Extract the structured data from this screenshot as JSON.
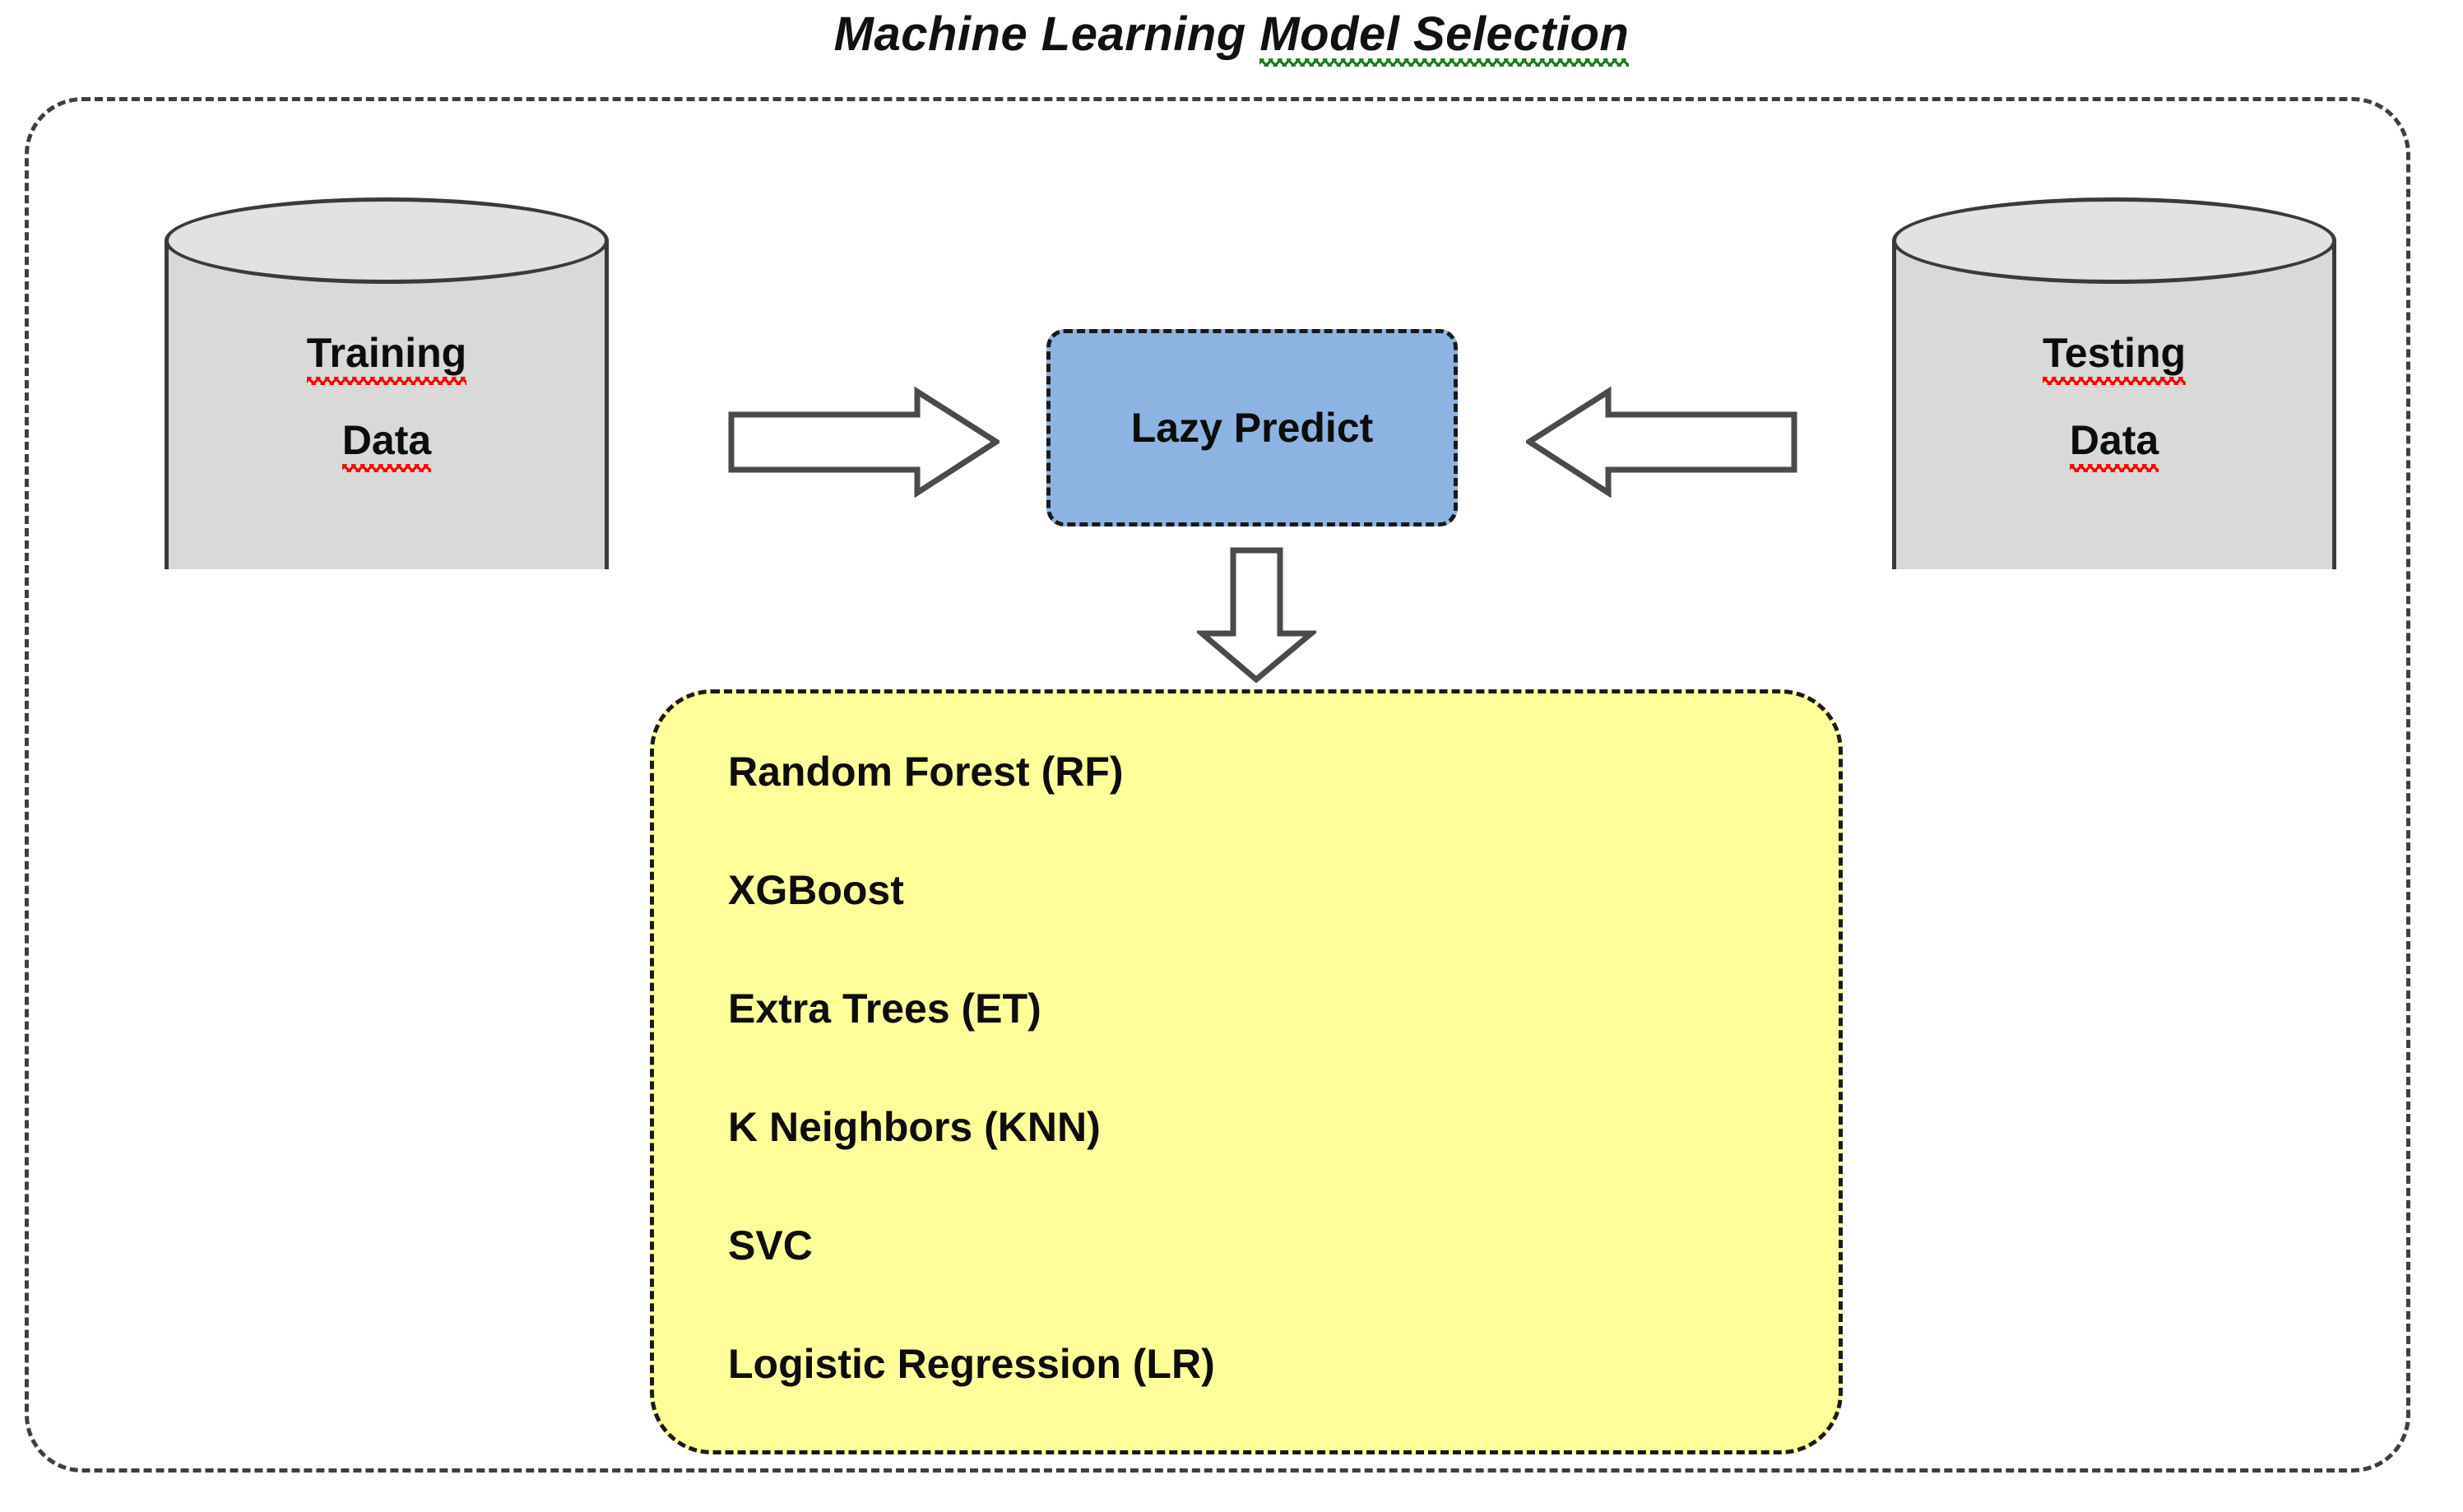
{
  "title": {
    "head": "Machine Learning ",
    "tail": "Model  Selection",
    "full": "Machine Learning Model Selection",
    "grammar_underline_color": "#1e7a1e"
  },
  "colors": {
    "cylinder_fill": "#d9d9d9",
    "cylinder_stroke": "#3a3a3a",
    "lazy_predict_fill": "#8db3e2",
    "model_box_fill": "#ffff99",
    "dashed_border": "#1a1a1a",
    "outer_border": "#3f3f3f",
    "spellcheck_underline": "#fe0000",
    "text": "#0d0d0d",
    "arrow_fill": "#ffffff",
    "arrow_stroke": "#4a4a4a"
  },
  "nodes": {
    "training_data": {
      "name": "Training Data",
      "line1": "Training",
      "line2": "Data",
      "shape": "cylinder",
      "spellcheck_flagged": true
    },
    "testing_data": {
      "name": "Testing Data",
      "line1": "Testing",
      "line2": "Data",
      "shape": "cylinder",
      "spellcheck_flagged": true
    },
    "lazy_predict": {
      "label": "Lazy Predict",
      "shape": "rounded-rectangle-dashed"
    },
    "model_list": {
      "shape": "rounded-rectangle-dashed",
      "items": [
        "Random Forest (RF)",
        "XGBoost",
        "Extra Trees (ET)",
        "K Neighbors (KNN)",
        "SVC",
        "Logistic Regression (LR)"
      ]
    }
  },
  "arrows": [
    {
      "name": "training-to-lazy-predict",
      "direction": "right"
    },
    {
      "name": "testing-to-lazy-predict",
      "direction": "left"
    },
    {
      "name": "lazy-predict-to-models",
      "direction": "down"
    }
  ]
}
